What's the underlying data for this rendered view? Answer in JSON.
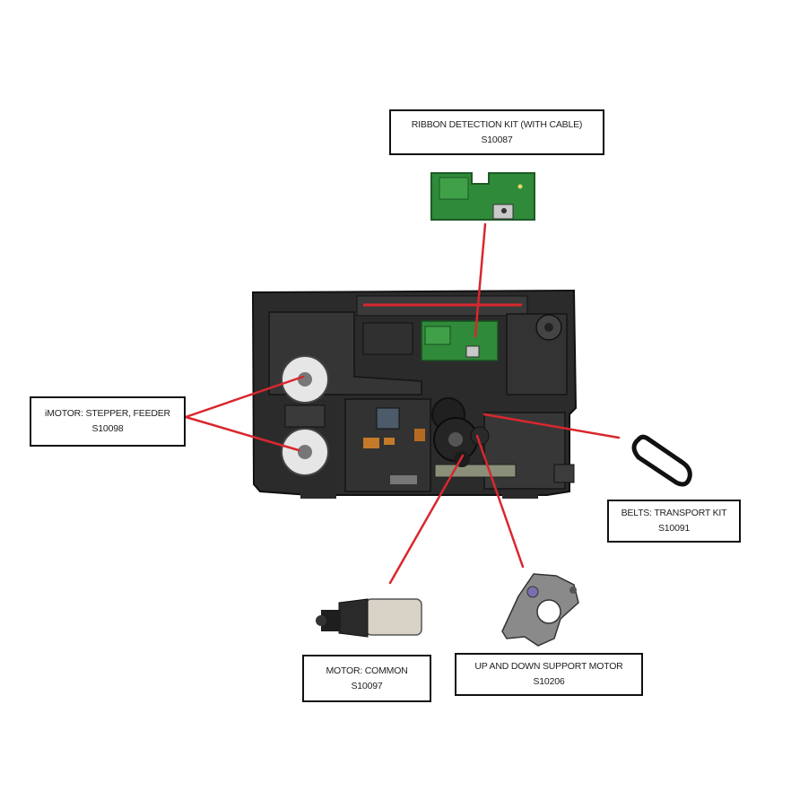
{
  "colors": {
    "leader_line": "#d9272e",
    "chassis": "#2c2c2c",
    "pcb": "#2f8a3a",
    "box_border": "#111111"
  },
  "labels": {
    "ribbon": {
      "name": "RIBBON DETECTION KIT (WITH CABLE)",
      "code": "S10087"
    },
    "stepper": {
      "name": "iMOTOR: STEPPER, FEEDER",
      "code": "S10098"
    },
    "belts": {
      "name": "BELTS: TRANSPORT KIT",
      "code": "S10091"
    },
    "common": {
      "name": "MOTOR: COMMON",
      "code": "S10097"
    },
    "updown": {
      "name": "UP AND DOWN SUPPORT MOTOR",
      "code": "S10206"
    }
  }
}
